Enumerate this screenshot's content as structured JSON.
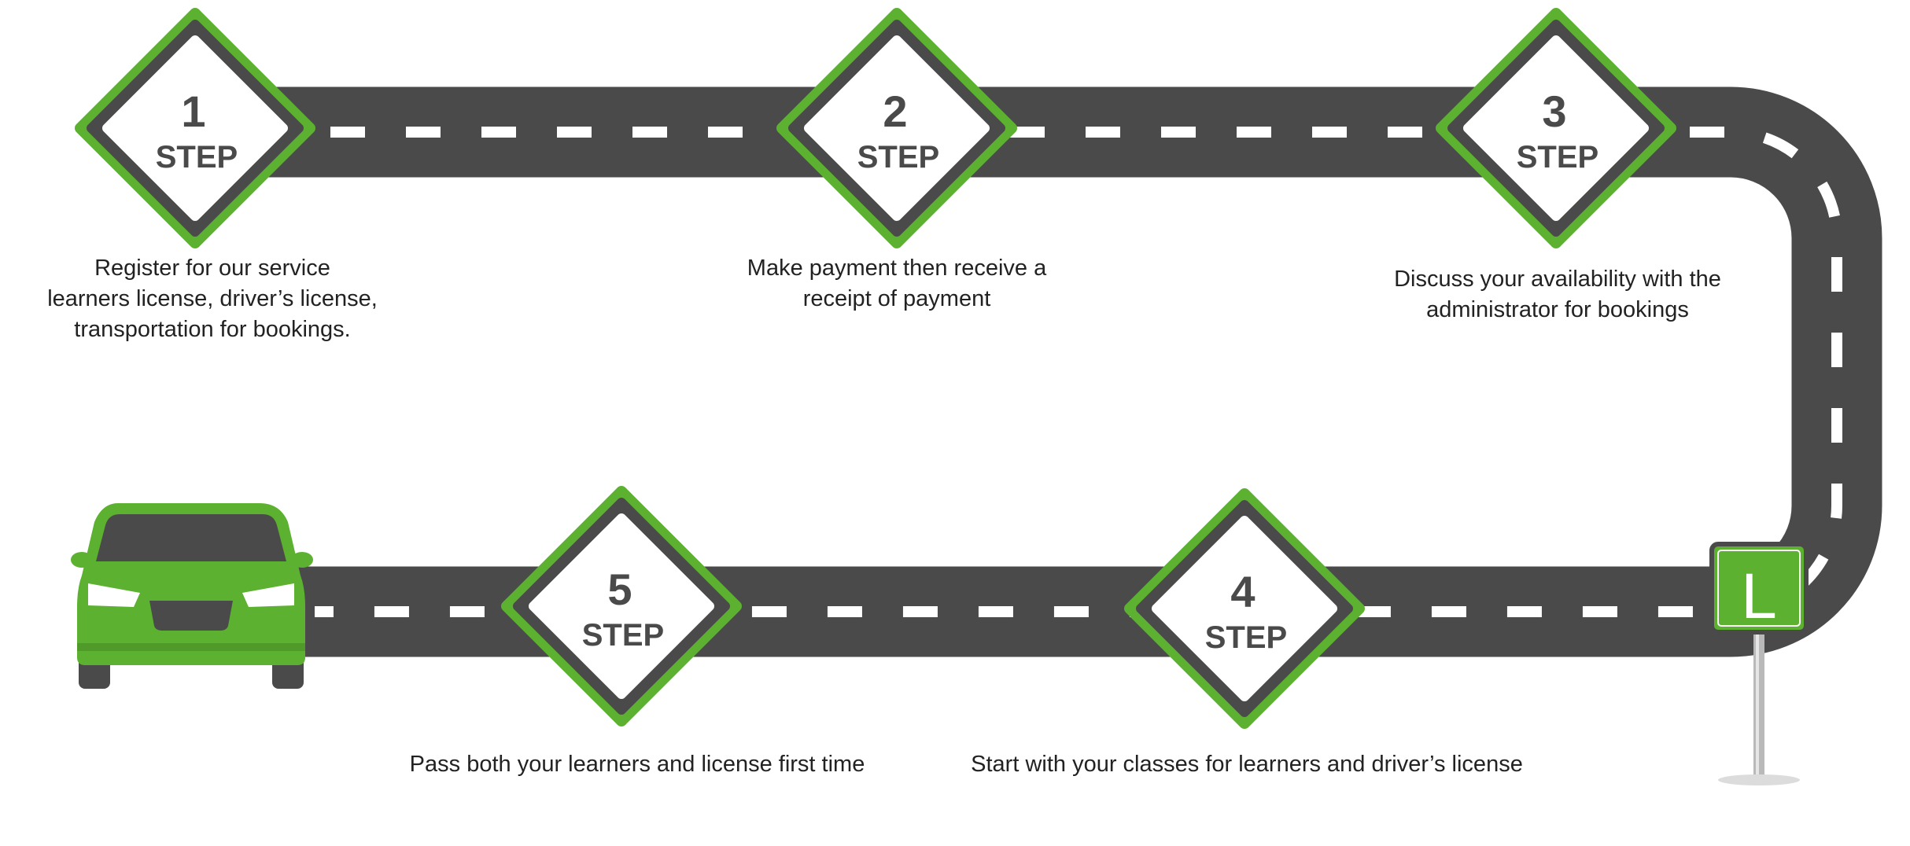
{
  "steps": [
    {
      "number": "1",
      "word": "STEP",
      "lines": [
        "Register for our service",
        "learners license, driver’s license,",
        "transportation for bookings."
      ]
    },
    {
      "number": "2",
      "word": "STEP",
      "lines": [
        "Make payment then receive a",
        "receipt of payment"
      ]
    },
    {
      "number": "3",
      "word": "STEP",
      "lines": [
        "Discuss your availability with the",
        "administrator for bookings"
      ]
    },
    {
      "number": "4",
      "word": "STEP",
      "lines": [
        "Start with your classes for learners and driver’s license"
      ]
    },
    {
      "number": "5",
      "word": "STEP",
      "lines": [
        "Pass both your learners and license first time"
      ]
    }
  ],
  "learner_sign": {
    "letter": "L"
  },
  "colors": {
    "road": "#4a4a4a",
    "accent": "#5cb130",
    "dash": "#ffffff",
    "text": "#222222"
  },
  "icons": {
    "car": "car-icon",
    "learner_sign": "learner-sign-icon"
  }
}
